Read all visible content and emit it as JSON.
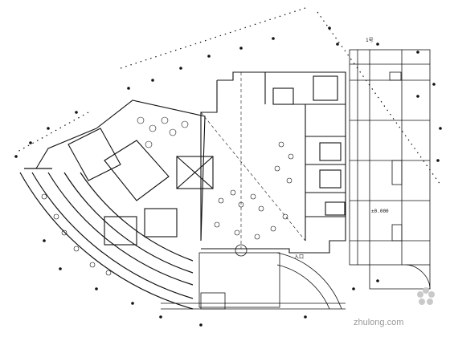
{
  "drawing": {
    "labels": {
      "elevation": "±0.000",
      "upper_note": "1号",
      "entrance": "入口"
    },
    "watermark": "zhulong.com",
    "colors": {
      "line": "#111111",
      "background": "#ffffff",
      "watermark": "#9a9a9a"
    }
  }
}
